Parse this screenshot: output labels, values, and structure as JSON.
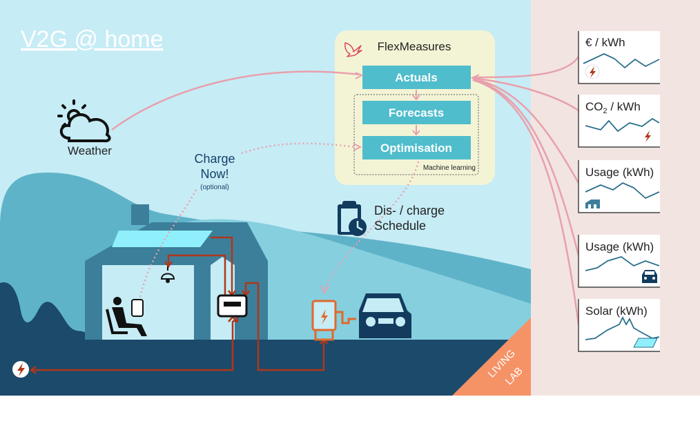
{
  "title": "V2G @ home",
  "weather": {
    "label": "Weather"
  },
  "charge_now": {
    "line1": "Charge",
    "line2": "Now!",
    "note": "(optional)"
  },
  "schedule": {
    "line1": "Dis- / charge",
    "line2": "Schedule"
  },
  "flexmeasures": {
    "name": "FlexMeasures",
    "steps": [
      "Actuals",
      "Forecasts",
      "Optimisation"
    ],
    "ml_label": "Machine learning"
  },
  "badge": {
    "line1": "LIVING",
    "line2": "LAB"
  },
  "panels": [
    {
      "label": "€ / kWh",
      "icon": "lightning-icon"
    },
    {
      "label": "CO",
      "sub": "2",
      "suffix": " / kWh",
      "icon": "lightning-icon"
    },
    {
      "label": "Usage (kWh)",
      "icon": "house-icon"
    },
    {
      "label": "Usage (kWh)",
      "icon": "car-icon"
    },
    {
      "label": "Solar (kWh)",
      "icon": "solar-panel-icon"
    }
  ],
  "colors": {
    "sky": "#c6ecf5",
    "ground": "#1c4a6b",
    "hill": "#5fb3c9",
    "house": "#3c7f9a",
    "fm_box": "#f3f4d6",
    "step": "#4fbdcc",
    "pink_line": "#e8a0ad",
    "power_line": "#b0361a",
    "charger": "#e0692a",
    "car": "#123b5e",
    "badge": "#f59266",
    "side_panel_bg": "#f2e4e1"
  }
}
